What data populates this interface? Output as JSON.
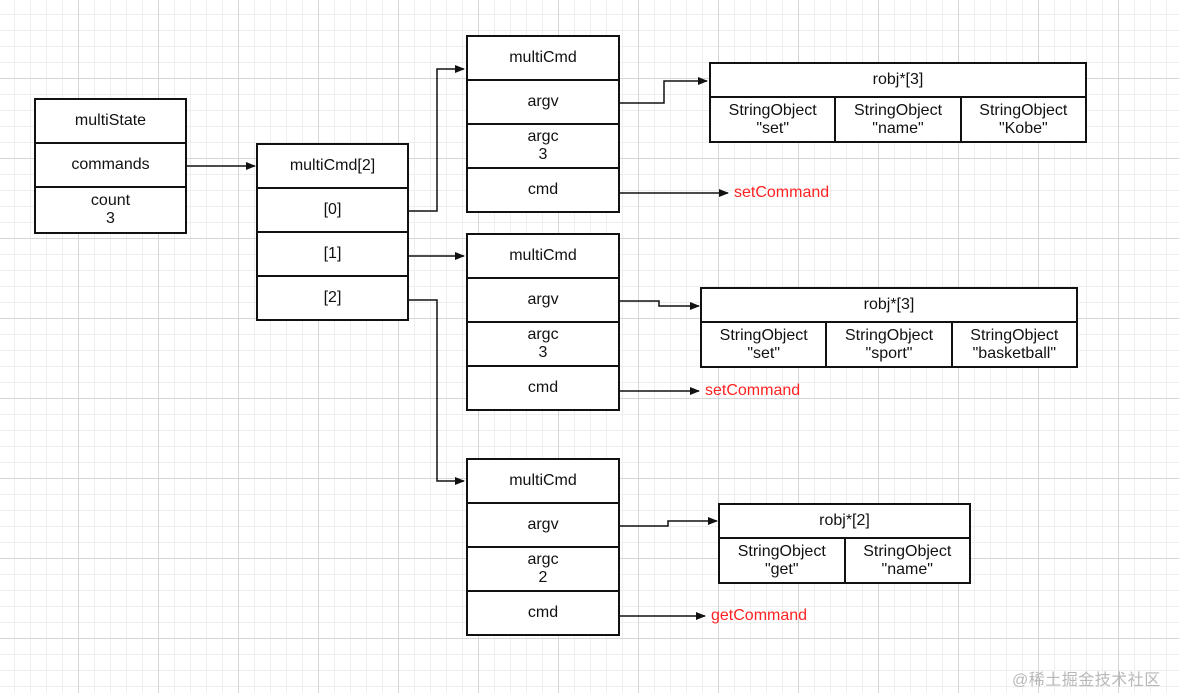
{
  "multi_state": {
    "title": "multiState",
    "commands": "commands",
    "count_label": "count",
    "count_value": "3"
  },
  "cmd_array": {
    "title": "multiCmd[2]",
    "slots": [
      "[0]",
      "[1]",
      "[2]"
    ]
  },
  "multi_cmds": [
    {
      "title": "multiCmd",
      "argv": "argv",
      "argc_label": "argc",
      "argc_value": "3",
      "cmd": "cmd",
      "command": "setCommand",
      "robj": {
        "title": "robj*[3]",
        "items": [
          {
            "type": "StringObject",
            "value": "\"set\""
          },
          {
            "type": "StringObject",
            "value": "\"name\""
          },
          {
            "type": "StringObject",
            "value": "\"Kobe\""
          }
        ]
      }
    },
    {
      "title": "multiCmd",
      "argv": "argv",
      "argc_label": "argc",
      "argc_value": "3",
      "cmd": "cmd",
      "command": "setCommand",
      "robj": {
        "title": "robj*[3]",
        "items": [
          {
            "type": "StringObject",
            "value": "\"set\""
          },
          {
            "type": "StringObject",
            "value": "\"sport\""
          },
          {
            "type": "StringObject",
            "value": "\"basketball\""
          }
        ]
      }
    },
    {
      "title": "multiCmd",
      "argv": "argv",
      "argc_label": "argc",
      "argc_value": "2",
      "cmd": "cmd",
      "command": "getCommand",
      "robj": {
        "title": "robj*[2]",
        "items": [
          {
            "type": "StringObject",
            "value": "\"get\""
          },
          {
            "type": "StringObject",
            "value": "\"name\""
          }
        ]
      }
    }
  ],
  "watermark": "@稀土掘金技术社区",
  "colors": {
    "command_text": "#ff2222",
    "stroke": "#111111"
  }
}
